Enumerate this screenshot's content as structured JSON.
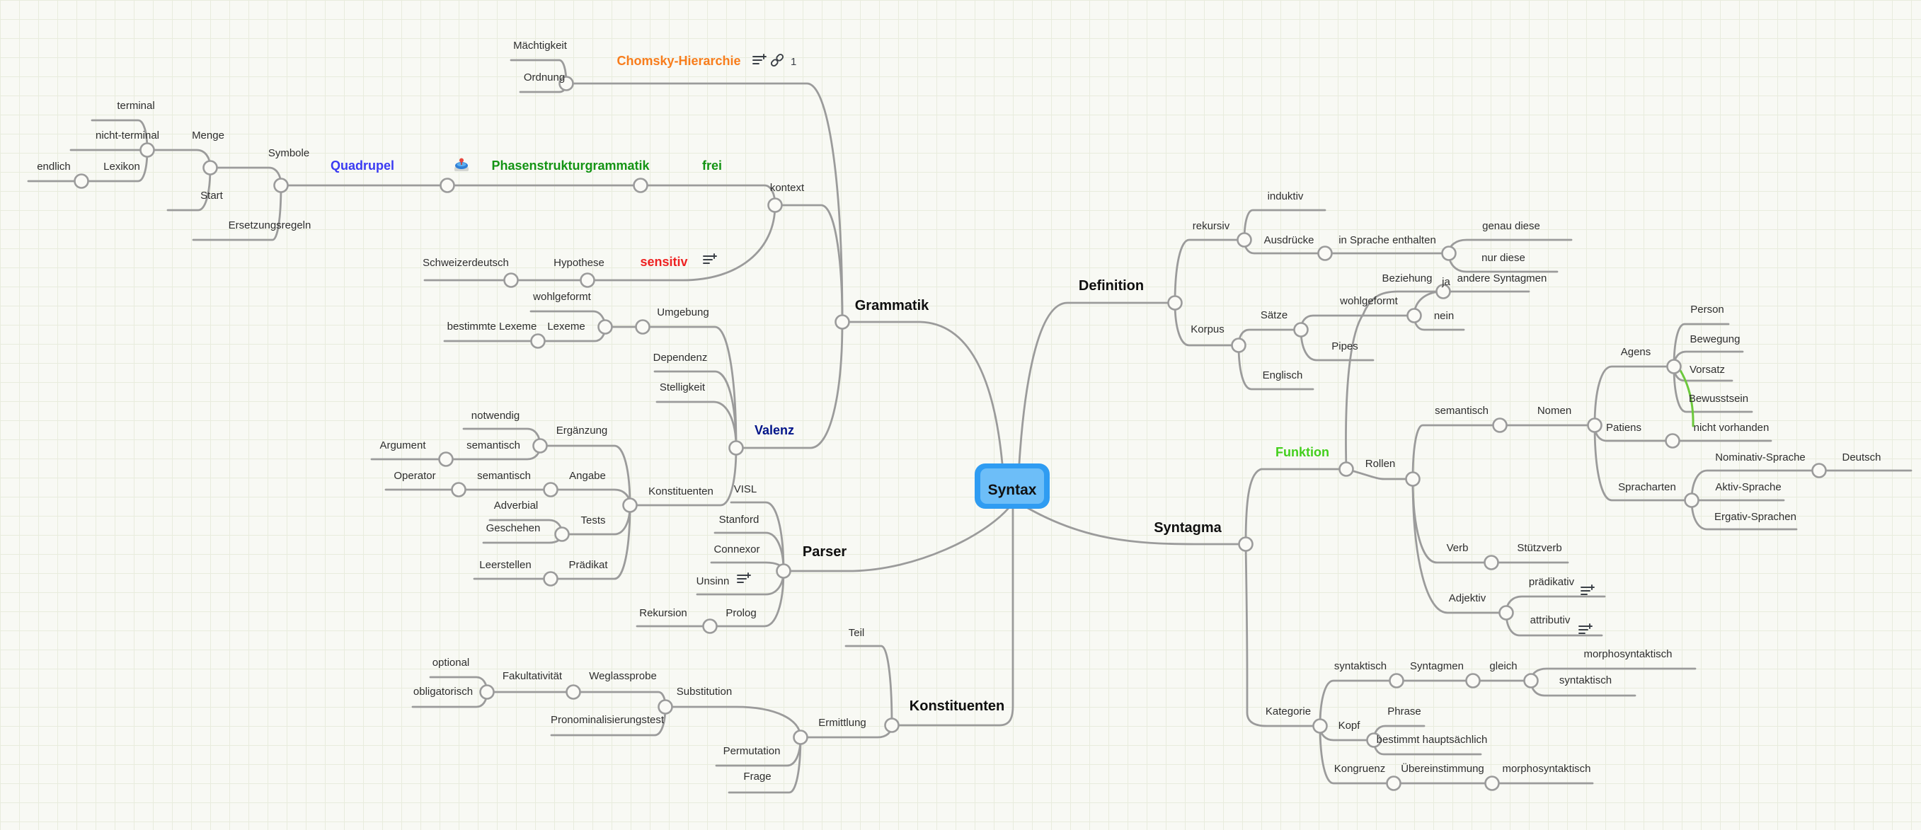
{
  "canvas": {
    "background": "#f8f9f4",
    "grid_color": "#e8ecdd",
    "line_color": "#9b9b9b",
    "dot_fill": "#fafaf6",
    "text_color": "#2e2e2e",
    "green_link_color": "#6cc83c"
  },
  "root": {
    "label": "Syntax",
    "outer_color": "#2f9cf2",
    "inner_color": "#6dbef8",
    "text_color": "#111111"
  },
  "nodes": {
    "terminal": {
      "label": "terminal"
    },
    "nichtTerminal": {
      "label": "nicht-terminal"
    },
    "lexikon": {
      "label": "Lexikon"
    },
    "endlich": {
      "label": "endlich"
    },
    "menge": {
      "label": "Menge"
    },
    "symbole": {
      "label": "Symbole"
    },
    "start": {
      "label": "Start"
    },
    "ersetzungsregeln": {
      "label": "Ersetzungsregeln"
    },
    "quadrupel": {
      "label": "Quadrupel",
      "color": "#3a3af2",
      "size": 18,
      "weight": 800
    },
    "phasen": {
      "label": "Phasenstrukturgrammatik",
      "color": "#149414",
      "size": 18,
      "weight": 800,
      "icons": [
        "pushpin-icon"
      ]
    },
    "frei": {
      "label": "frei",
      "color": "#149414",
      "size": 18,
      "weight": 800
    },
    "kontext": {
      "label": "kontext"
    },
    "maechtigkeit": {
      "label": "Mächtigkeit"
    },
    "ordnung": {
      "label": "Ordnung"
    },
    "chomsky": {
      "label": "Chomsky-Hierarchie",
      "color": "#f87d1c",
      "size": 18,
      "weight": 800,
      "icons": [
        "notes-icon",
        "link-icon"
      ],
      "link_badge": "1"
    },
    "schweizerdeutsch": {
      "label": "Schweizerdeutsch"
    },
    "hypothese": {
      "label": "Hypothese"
    },
    "sensitiv": {
      "label": "sensitiv",
      "color": "#ee2222",
      "size": 18,
      "weight": 800,
      "icons": [
        "notes-icon"
      ]
    },
    "grammatik": {
      "label": "Grammatik",
      "color": "#0f0f0f",
      "size": 20,
      "weight": 800
    },
    "valenz": {
      "label": "Valenz",
      "color": "#001489",
      "size": 18,
      "weight": 800
    },
    "umgebung": {
      "label": "Umgebung"
    },
    "dependenz": {
      "label": "Dependenz"
    },
    "stelligkeit": {
      "label": "Stelligkeit"
    },
    "wohlgeformtL": {
      "label": "wohlgeformt"
    },
    "lexeme": {
      "label": "Lexeme"
    },
    "bestimmteLexeme": {
      "label": "bestimmte Lexeme"
    },
    "konstituentenMid": {
      "label": "Konstituenten"
    },
    "erganzung": {
      "label": "Ergänzung"
    },
    "notwendig": {
      "label": "notwendig"
    },
    "semantisch1": {
      "label": "semantisch"
    },
    "argument": {
      "label": "Argument"
    },
    "angabe": {
      "label": "Angabe"
    },
    "semantisch2": {
      "label": "semantisch"
    },
    "operator": {
      "label": "Operator"
    },
    "tests": {
      "label": "Tests"
    },
    "adverbial": {
      "label": "Adverbial"
    },
    "geschehen": {
      "label": "Geschehen"
    },
    "praedikat": {
      "label": "Prädikat"
    },
    "leerstellen": {
      "label": "Leerstellen"
    },
    "parser": {
      "label": "Parser",
      "color": "#0f0f0f",
      "size": 20,
      "weight": 800
    },
    "visl": {
      "label": "VISL"
    },
    "stanford": {
      "label": "Stanford"
    },
    "connexor": {
      "label": "Connexor"
    },
    "unsinn": {
      "label": "Unsinn",
      "icons": [
        "notes-icon"
      ]
    },
    "prolog": {
      "label": "Prolog"
    },
    "rekursion": {
      "label": "Rekursion"
    },
    "konstituentenB": {
      "label": "Konstituenten",
      "color": "#0f0f0f",
      "size": 20,
      "weight": 800
    },
    "teil": {
      "label": "Teil"
    },
    "ermittlung": {
      "label": "Ermittlung"
    },
    "substitution": {
      "label": "Substitution"
    },
    "pronomTest": {
      "label": "Pronominalisierungstest"
    },
    "weglassprobe": {
      "label": "Weglassprobe"
    },
    "fakultativitaet": {
      "label": "Fakultativität"
    },
    "optional": {
      "label": "optional"
    },
    "obligatorisch": {
      "label": "obligatorisch"
    },
    "permutation": {
      "label": "Permutation"
    },
    "frage": {
      "label": "Frage"
    },
    "definition": {
      "label": "Definition",
      "color": "#0f0f0f",
      "size": 20,
      "weight": 800
    },
    "rekursiv": {
      "label": "rekursiv"
    },
    "induktiv": {
      "label": "induktiv"
    },
    "ausdruecke": {
      "label": "Ausdrücke"
    },
    "inSprache": {
      "label": "in Sprache enthalten"
    },
    "genauDiese": {
      "label": "genau diese"
    },
    "nurDiese": {
      "label": "nur diese"
    },
    "korpus": {
      "label": "Korpus"
    },
    "saetze": {
      "label": "Sätze"
    },
    "englisch": {
      "label": "Englisch"
    },
    "wohlgeformtR": {
      "label": "wohlgeformt"
    },
    "pipes": {
      "label": "Pipes"
    },
    "ja": {
      "label": "ja"
    },
    "nein": {
      "label": "nein"
    },
    "beziehung": {
      "label": "Beziehung"
    },
    "andereSyntagmen": {
      "label": "andere Syntagmen"
    },
    "syntagma": {
      "label": "Syntagma",
      "color": "#0f0f0f",
      "size": 20,
      "weight": 800
    },
    "funktion": {
      "label": "Funktion",
      "color": "#43cf1c",
      "size": 18,
      "weight": 800
    },
    "rollen": {
      "label": "Rollen"
    },
    "semantisch3": {
      "label": "semantisch"
    },
    "nomen": {
      "label": "Nomen"
    },
    "agens": {
      "label": "Agens"
    },
    "person": {
      "label": "Person"
    },
    "bewegung": {
      "label": "Bewegung"
    },
    "vorsatz": {
      "label": "Vorsatz"
    },
    "bewusstsein": {
      "label": "Bewusstsein"
    },
    "patiens": {
      "label": "Patiens"
    },
    "nichtVorhanden": {
      "label": "nicht vorhanden"
    },
    "spracharten": {
      "label": "Spracharten"
    },
    "nominativ": {
      "label": "Nominativ-Sprache"
    },
    "deutsch": {
      "label": "Deutsch"
    },
    "aktiv": {
      "label": "Aktiv-Sprache"
    },
    "ergativ": {
      "label": "Ergativ-Sprachen"
    },
    "verb": {
      "label": "Verb"
    },
    "stuetzverb": {
      "label": "Stützverb"
    },
    "adjektiv": {
      "label": "Adjektiv"
    },
    "praedikativAdj": {
      "label": "prädikativ",
      "icons": [
        "notes-icon"
      ]
    },
    "attributiv": {
      "label": "attributiv",
      "icons": [
        "notes-icon"
      ]
    },
    "kategorie": {
      "label": "Kategorie"
    },
    "syntaktisch1": {
      "label": "syntaktisch"
    },
    "syntagmen": {
      "label": "Syntagmen"
    },
    "gleich": {
      "label": "gleich"
    },
    "morphoSyn1": {
      "label": "morphosyntaktisch"
    },
    "syntaktisch2": {
      "label": "syntaktisch"
    },
    "kopf": {
      "label": "Kopf"
    },
    "phrase": {
      "label": "Phrase"
    },
    "bestimmtHaupt": {
      "label": "bestimmt hauptsächlich"
    },
    "kongruenz": {
      "label": "Kongruenz"
    },
    "uebereinstimmung": {
      "label": "Übereinstimmung"
    },
    "morphoSyn2": {
      "label": "morphosyntaktisch"
    }
  }
}
